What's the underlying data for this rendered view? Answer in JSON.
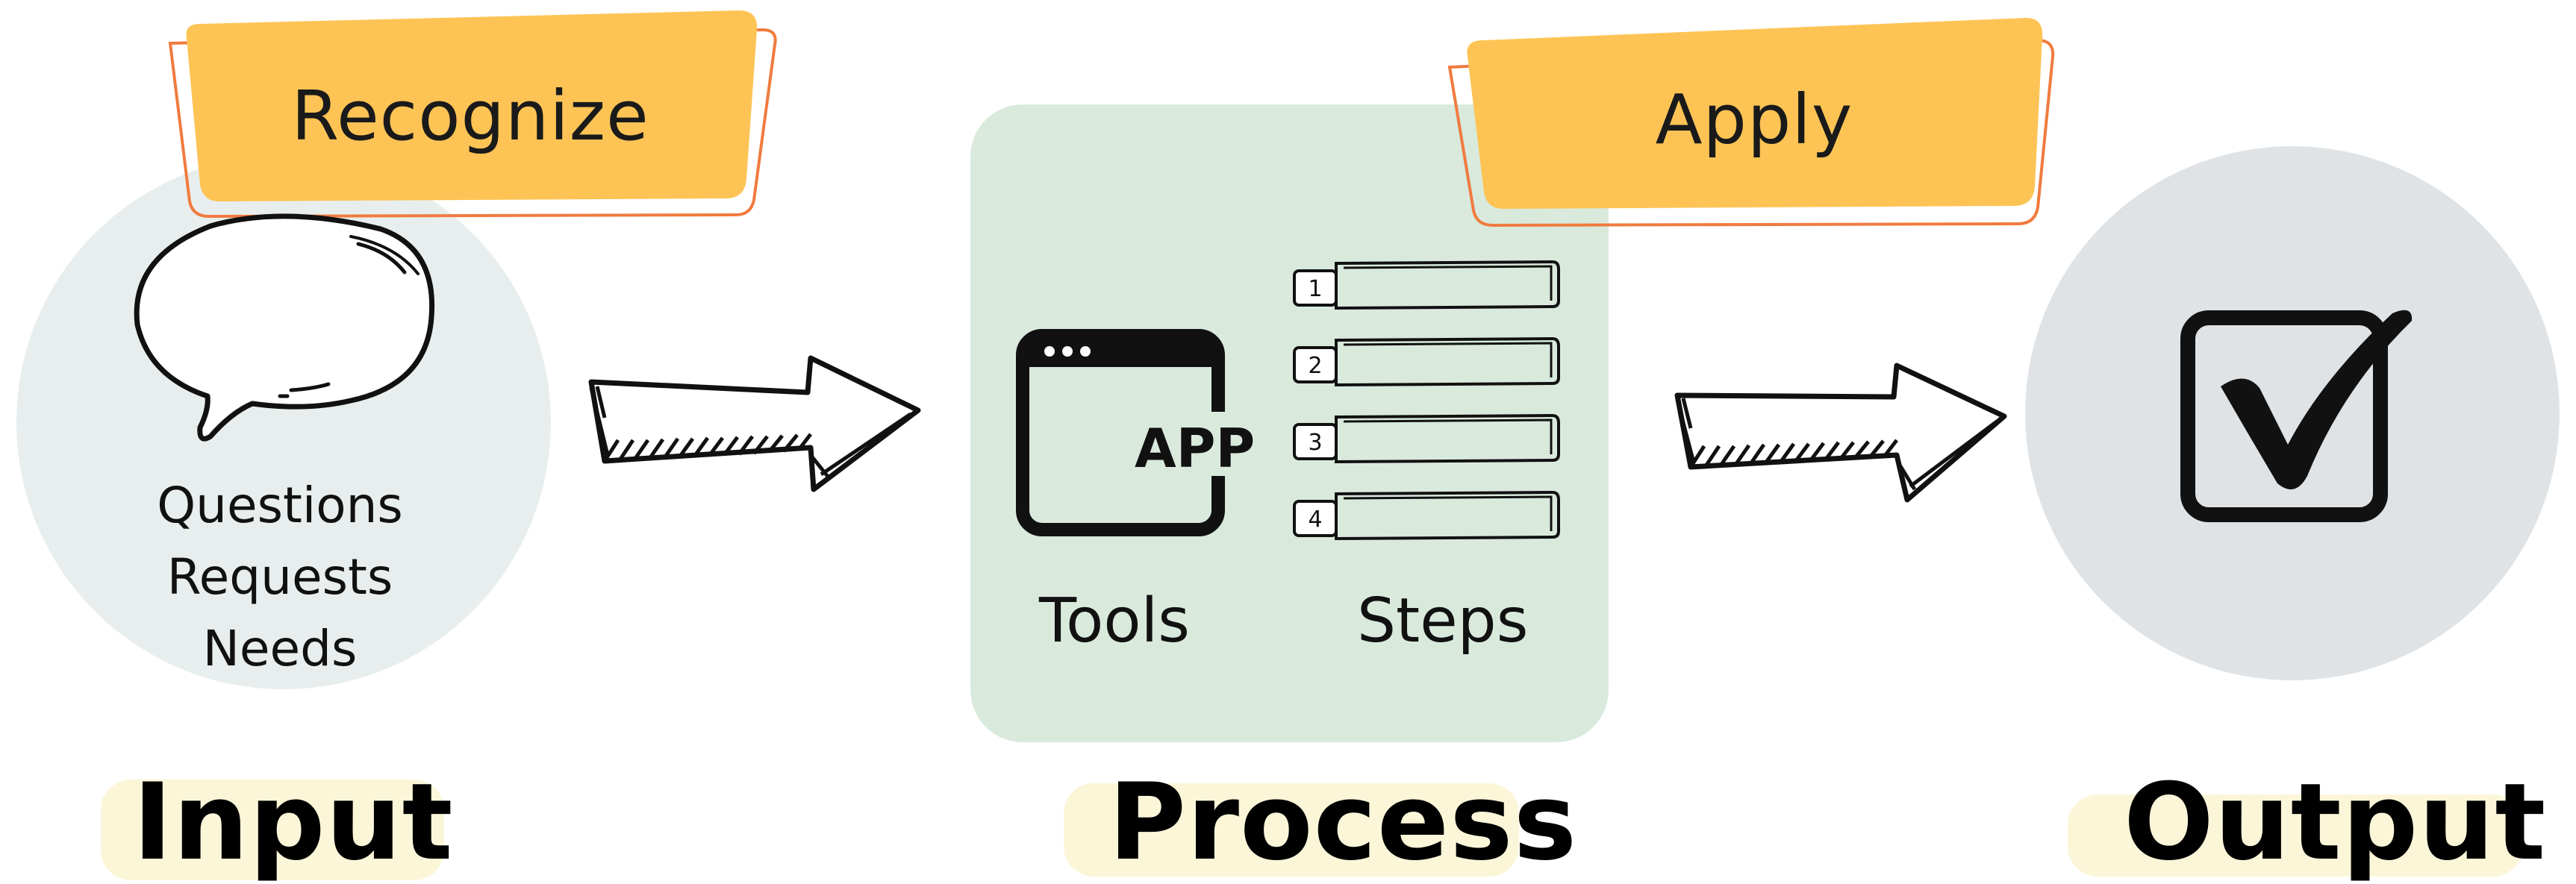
{
  "stages": {
    "input": {
      "label": "Input",
      "items": [
        "Questions",
        "Requests",
        "Needs"
      ]
    },
    "process": {
      "label": "Process",
      "tools_label": "Tools",
      "steps_label": "Steps",
      "app_text": "APP",
      "step_numbers": [
        "1",
        "2",
        "3",
        "4"
      ]
    },
    "output": {
      "label": "Output"
    }
  },
  "tags": {
    "recognize": "Recognize",
    "apply": "Apply"
  },
  "colors": {
    "tag_fill": "#fdc455",
    "tag_outline": "#f07b3f",
    "input_circle": "#e8eeee",
    "process_panel": "#d9eadd",
    "output_circle": "#e0e3e6",
    "label_highlight": "#fcf6d9",
    "ink": "#000000"
  },
  "icons": [
    "speech-bubble-icon",
    "arrow-right-icon",
    "app-window-icon",
    "numbered-steps-icon",
    "checkbox-checked-icon"
  ]
}
